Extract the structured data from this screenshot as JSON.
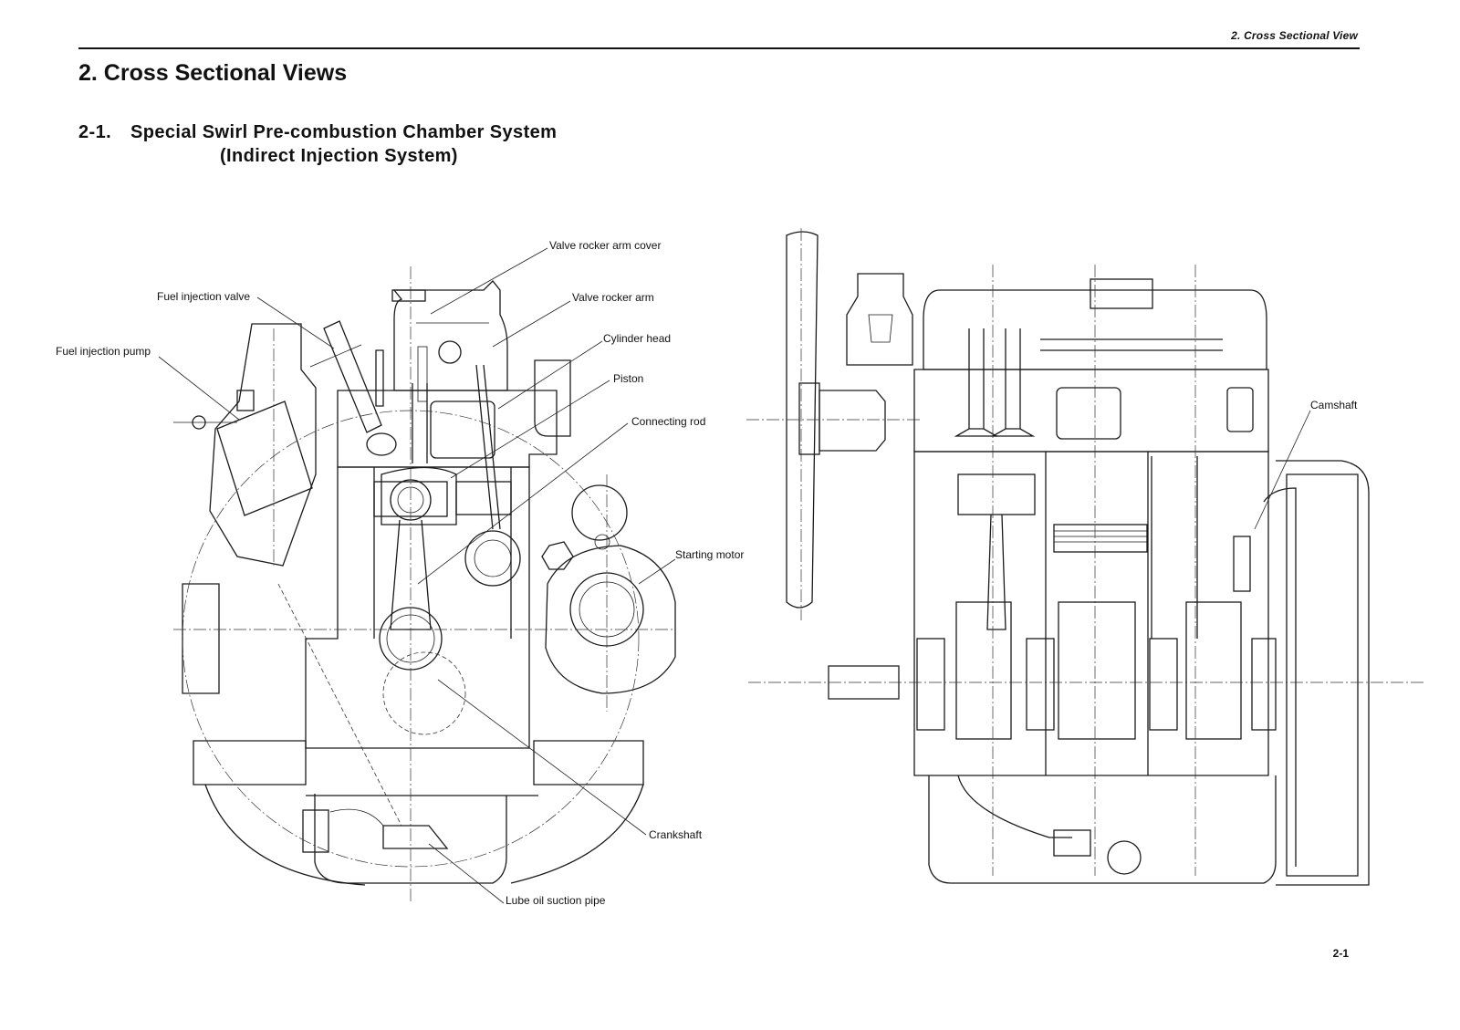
{
  "header": {
    "running_title": "2. Cross Sectional View"
  },
  "page": {
    "title": "2.  Cross Sectional Views",
    "section": {
      "number": "2-1.",
      "title": "Special Swirl Pre-combustion Chamber System",
      "subtitle": "(Indirect Injection System)"
    },
    "page_number": "2-1"
  },
  "figures": {
    "front_section": {
      "labels": {
        "valve_rocker_arm_cover": "Valve rocker arm cover",
        "fuel_injection_valve": "Fuel injection valve",
        "valve_rocker_arm": "Valve rocker arm",
        "fuel_injection_pump": "Fuel injection pump",
        "cylinder_head": "Cylinder head",
        "piston": "Piston",
        "connecting_rod": "Connecting rod",
        "starting_motor": "Starting motor",
        "crankshaft": "Crankshaft",
        "lube_oil_suction_pipe": "Lube oil  suction pipe"
      }
    },
    "side_section": {
      "labels": {
        "camshaft": "Camshaft"
      }
    }
  }
}
